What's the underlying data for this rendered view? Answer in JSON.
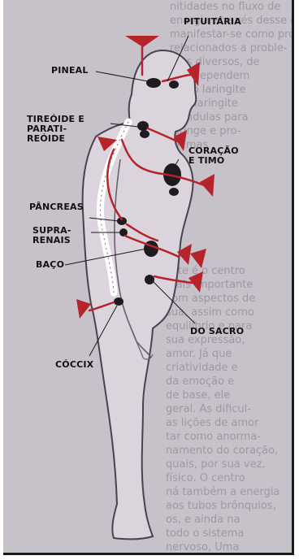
{
  "labels": {
    "pituitaria": "PITUITÁRIA",
    "pineal": "PINEAL",
    "tireoide": "TIREÓIDE E\nPARATI-\nREÓIDE",
    "coracao": "CORAÇÃO\nE TIMO",
    "pancreas": "PÂNCREAS",
    "suprarrenais": "SUPRA-\nRENAIS",
    "baco": "BAÇO",
    "sacro": "DO SACRO",
    "coccix": "CÓCCIX"
  },
  "background_text": {
    "top": "nitidades no fluxo de\nenergia através desse centro podem\nmanifestar-se como problemas\nrelacionados a proble-\nmas diversos, de\nque dependem\ncomo laringite\ncas, laringite\nglândulas para\nlaringe e pro-\nblemas",
    "bottom": "este é o centro\nmais importante\ncom aspectos de\nsua, assim como\nequilíbrio e para\nsua expressão,\namor. Já que\ncriatividade e\nda emoção e\nde base, ele\ngeral. As dificul-\nas lições de amor\ntar como anorma-\nnamento do coração,\nquais, por sua vez,\nfísico. O centro\nná também a energia\naos tubos brônquios,\nos, e ainda na\ntodo o sistema\nnervoso, Uma"
  },
  "colors": {
    "paper": "#c7c1ca",
    "body_fill": "#dbd4dc",
    "body_outline": "#4a4250",
    "chakra_red": "#b5232b",
    "gland": "#1e1a1e",
    "label_text": "#111111",
    "bg_text": "#7b7783"
  }
}
